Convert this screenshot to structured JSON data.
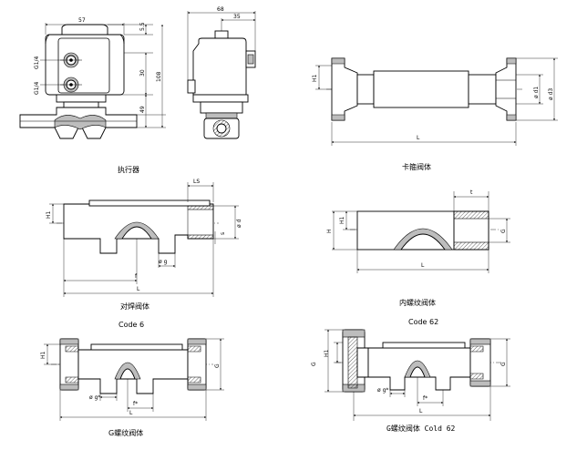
{
  "captions": {
    "actuator": "执行器",
    "clamp_body": "卡箍阀体",
    "weld_body": "对焊阀体",
    "internal_thread_body": "内螺纹阀体",
    "code6": "Code 6",
    "code62": "Code 62",
    "g_thread_body": "G螺纹阀体",
    "g_thread_body_cold62": "G螺纹阀体 Cold 62"
  },
  "dims": {
    "act_w1": "57",
    "act_w2": "68",
    "act_w3": "35",
    "act_h_top": "5.5",
    "act_h_mid": "30",
    "act_h_total": "108",
    "act_h_low": "49",
    "port1": "G1/4",
    "port2": "G1/4",
    "H1": "H1",
    "H": "H",
    "L": "L",
    "d1": "ø d1",
    "d3": "ø d3",
    "LS": "LS",
    "od": "ø d",
    "s": "s",
    "og": "ø g",
    "f": "f",
    "G": "G",
    "t": "t",
    "og_star": "ø g*",
    "f_star": "f*"
  }
}
